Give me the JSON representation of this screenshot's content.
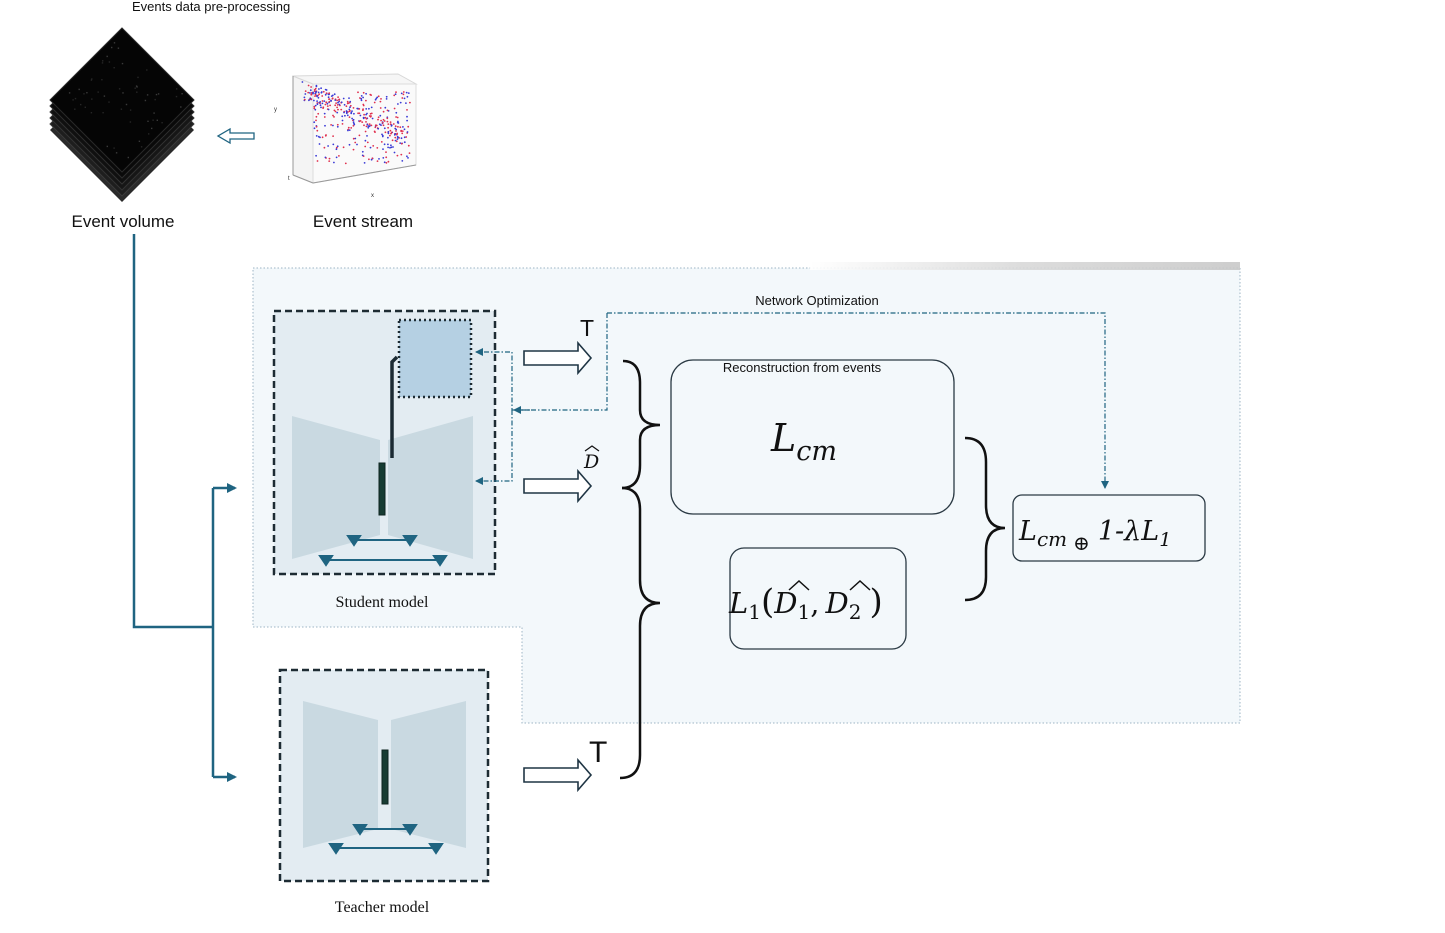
{
  "preprocessing_title": "Events data pre-processing",
  "event_volume_label": "Event volume",
  "event_stream_label": "Event stream",
  "stream_axes": {
    "y": "y",
    "t": "t",
    "x": "x"
  },
  "network_optimization_label": "Network Optimization",
  "student_model_label": "Student model",
  "teacher_model_label": "Teacher model",
  "student_output_t": "T",
  "student_output_d": "D",
  "teacher_output_t": "T",
  "reconstruction_label": "Reconstruction from events",
  "loss_cm": {
    "base": "L",
    "sub": "cm"
  },
  "loss_l1": {
    "base": "L",
    "sub": "1",
    "arg1": "D",
    "arg1_sub": "1",
    "arg2": "D",
    "arg2_sub": "2",
    "comma": ",",
    "open": "(",
    "close": ")"
  },
  "final_loss": {
    "l": "L",
    "cm_sub": "cm",
    "oplus": "⊕",
    "rest": "1-λL",
    "one_sub": "1"
  },
  "colors": {
    "accent": "#1f6481",
    "panel_bg": "#f3f8fb",
    "model_bg": "#e3ecf2",
    "trapezoid": "#c9d9e1",
    "highlight_box": "#b5d0e3",
    "event_red": "#e0304e",
    "event_blue": "#3a3ad6"
  }
}
